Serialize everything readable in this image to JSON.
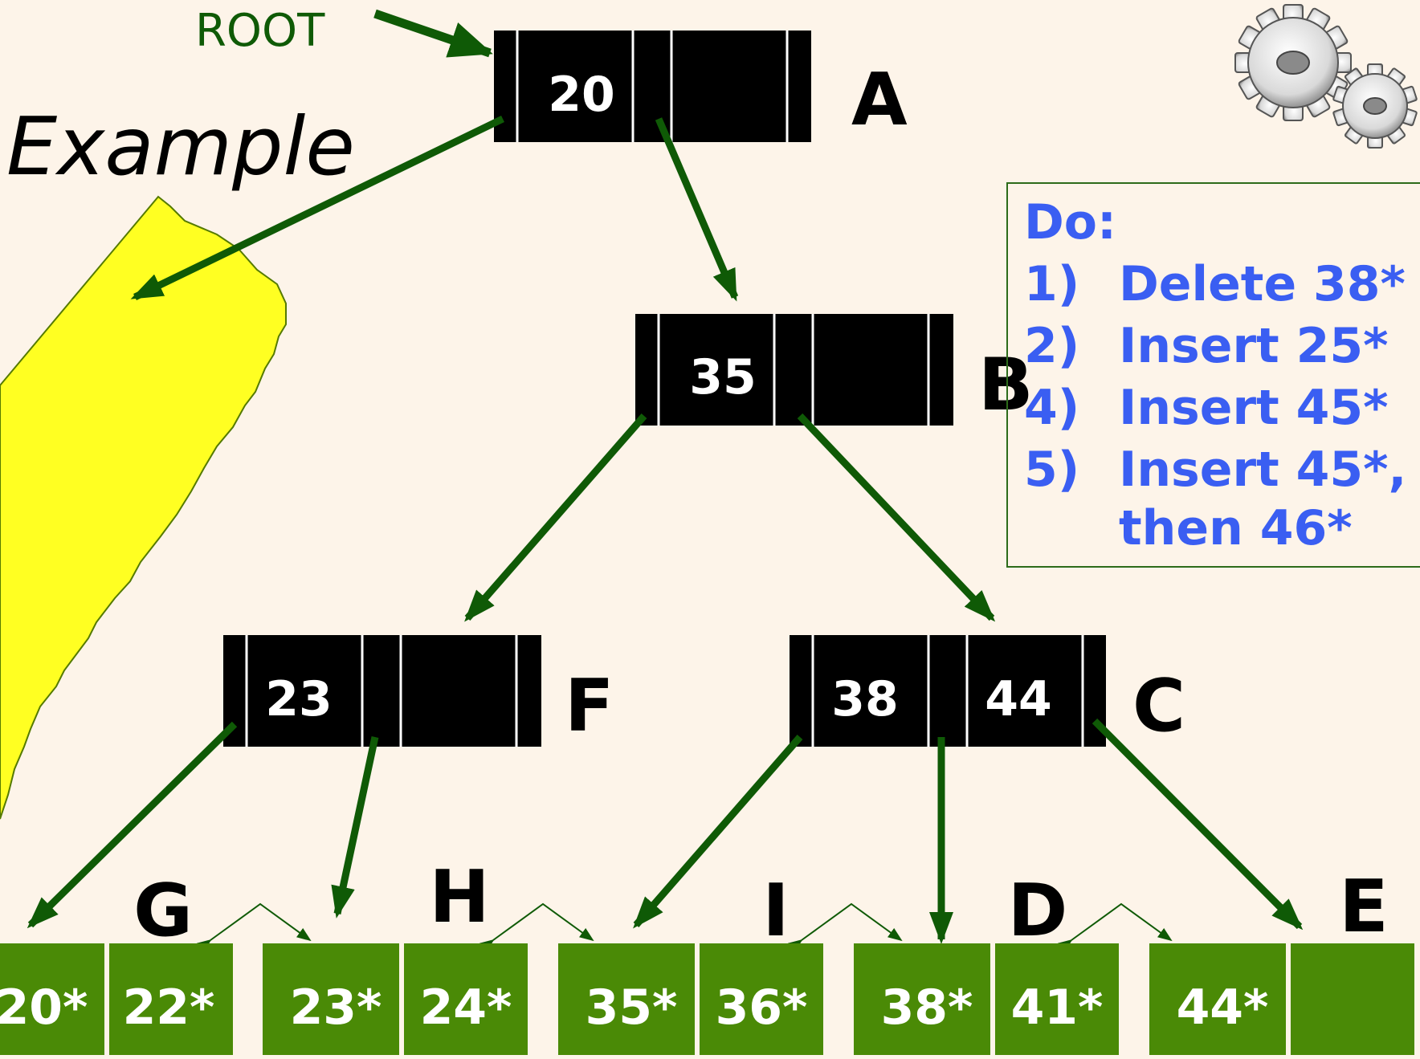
{
  "root_label": "ROOT",
  "example_label": "Example",
  "nodes": [
    {
      "id": "A",
      "label": "A",
      "keys": [
        "20",
        ""
      ]
    },
    {
      "id": "B",
      "label": "B",
      "keys": [
        "35",
        ""
      ]
    },
    {
      "id": "F",
      "label": "F",
      "keys": [
        "23",
        ""
      ]
    },
    {
      "id": "C",
      "label": "C",
      "keys": [
        "38",
        "44"
      ]
    }
  ],
  "leaf_labels": [
    "G",
    "H",
    "I",
    "D",
    "E"
  ],
  "leaves": [
    "20*",
    "22*",
    "23*",
    "24*",
    "35*",
    "36*",
    "38*",
    "41*",
    "44*",
    ""
  ],
  "instructions": {
    "heading": "Do:",
    "items": [
      {
        "num": "1)",
        "text": "Delete 38*"
      },
      {
        "num": "2)",
        "text": "Insert 25*"
      },
      {
        "num": "4)",
        "text": "Insert 45*"
      },
      {
        "num": "5)",
        "text": "Insert 45*,"
      },
      {
        "num": "",
        "text": "then 46*"
      }
    ]
  },
  "colors": {
    "background": "#fdf4e9",
    "arrow": "#0f5a06",
    "leaf": "#4a8a06",
    "highlight": "#ffff22",
    "instruction_text": "#3a5ef2"
  },
  "icons": [
    "gears-icon"
  ]
}
